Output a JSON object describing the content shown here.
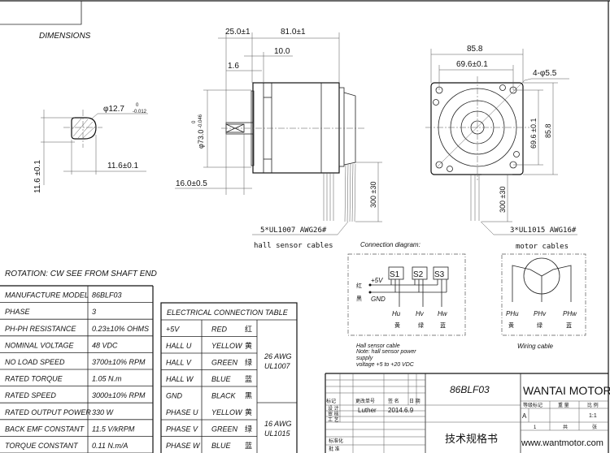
{
  "drawing": {
    "title": "DIMENSIONS",
    "rotation_note": "ROTATION: CW SEE FROM SHAFT END",
    "shaft_section": {
      "diameter": "φ12.7",
      "diameter_tol_upper": "0",
      "diameter_tol_lower": "-0.012",
      "flat_width": "11.6±0.1",
      "flat_height": "11.6 ±0.1"
    },
    "side_view": {
      "shaft_length": "25.0±1",
      "body_length": "81.0±1",
      "dim_10": "10.0",
      "dim_1_6": "1.6",
      "pilot_diameter": "φ73.0",
      "pilot_tol_upper": "0",
      "pilot_tol_lower": "-0.046",
      "flat_length": "16.0±0.5",
      "cable_length": "300 ±30",
      "cable_spec": "5*UL1007 AWG26#",
      "cable_label": "hall sensor cables"
    },
    "front_view": {
      "width": "85.8",
      "hole_spacing_h": "69.6±0.1",
      "holes": "4-φ5.5",
      "hole_spacing_v": "69.6 ±0.1",
      "height": "85.8",
      "cable_length": "300 ±30",
      "cable_spec": "3*UL1015 AWG16#",
      "cable_label": "motor cables"
    }
  },
  "specs": [
    {
      "label": "MANUFACTURE MODEL",
      "value": "86BLF03"
    },
    {
      "label": "PHASE",
      "value": "3"
    },
    {
      "label": "PH-PH RESISTANCE",
      "value": "0.23±10% OHMS"
    },
    {
      "label": "NOMINAL VOLTAGE",
      "value": "48 VDC"
    },
    {
      "label": "NO LOAD SPEED",
      "value": "3700±10% RPM"
    },
    {
      "label": "RATED TORQUE",
      "value": "1.05 N.m"
    },
    {
      "label": "RATED SPEED",
      "value": "3000±10% RPM"
    },
    {
      "label": "RATED OUTPUT POWER",
      "value": "330 W"
    },
    {
      "label": "BACK EMF CONSTANT",
      "value": "11.5 V/kRPM"
    },
    {
      "label": "TORQUE CONSTANT",
      "value": "0.11 N.m/A"
    }
  ],
  "electrical": {
    "title": "ELECTRICAL CONNECTION TABLE",
    "rows": [
      {
        "signal": "+5V",
        "color": "RED",
        "cn": "红"
      },
      {
        "signal": "HALL U",
        "color": "YELLOW",
        "cn": "黄"
      },
      {
        "signal": "HALL V",
        "color": "GREEN",
        "cn": "绿"
      },
      {
        "signal": "HALL W",
        "color": "BLUE",
        "cn": "蓝"
      },
      {
        "signal": "GND",
        "color": "BLACK",
        "cn": "黑"
      },
      {
        "signal": "PHASE U",
        "color": "YELLOW",
        "cn": "黄"
      },
      {
        "signal": "PHASE V",
        "color": "GREEN",
        "cn": "绿"
      },
      {
        "signal": "PHASE W",
        "color": "BLUE",
        "cn": "蓝"
      }
    ],
    "group1": {
      "awg": "26 AWG",
      "ul": "UL1007"
    },
    "group2": {
      "awg": "16 AWG",
      "ul": "UL1015"
    }
  },
  "connection": {
    "title": "Connection diagram:",
    "sensors": [
      "S1",
      "S2",
      "S3"
    ],
    "plus5v": "+5V",
    "gnd": "GND",
    "red_cn": "红",
    "black_cn": "黑",
    "outputs": [
      {
        "label": "Hu",
        "cn": "黄"
      },
      {
        "label": "Hv",
        "cn": "绿"
      },
      {
        "label": "Hw",
        "cn": "蓝"
      }
    ],
    "note1": "Hall sensor cable",
    "note2": "Note: hall sensor power",
    "note3": "supply",
    "note4": "voltage +5 to +20 VDC"
  },
  "wiring": {
    "title": "motor cables",
    "outputs": [
      {
        "label": "PHu",
        "cn": "黄"
      },
      {
        "label": "PHv",
        "cn": "绿"
      },
      {
        "label": "PHw",
        "cn": "蓝"
      }
    ],
    "caption": "Wiring cable"
  },
  "title_block": {
    "model": "86BLF03",
    "doc_title": "技术规格书",
    "company": "WANTAI MOTOR",
    "website": "www.wantmotor.com",
    "header_mark": "标记",
    "header_change": "更改单号",
    "header_sign": "签 名",
    "header_date": "日 期",
    "design": "设 计",
    "review": "审 核",
    "process": "工 艺",
    "standard": "标准化",
    "approve": "批 准",
    "designer": "Luther",
    "date": "2014.6.9",
    "grade_label": "等级标记",
    "weight_label": "重 量",
    "scale_label": "比 例",
    "grade": "A",
    "scale": "1:1",
    "sheet": "1",
    "total_label": "共",
    "sheets_label": "张"
  }
}
